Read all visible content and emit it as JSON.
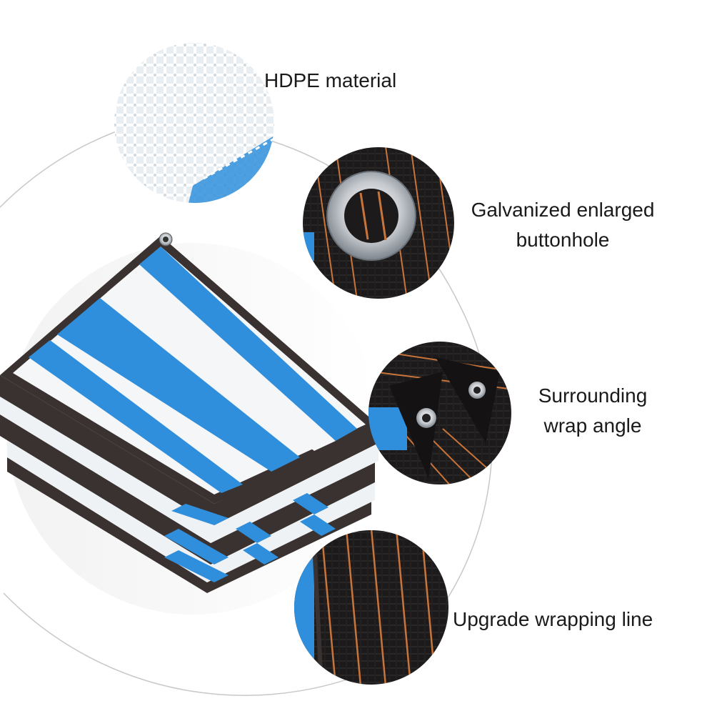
{
  "features": [
    {
      "id": "hdpe",
      "lines": [
        "HDPE material"
      ],
      "icon": "mesh-closeup"
    },
    {
      "id": "grommet",
      "lines": [
        "Galvanized enlarged",
        "buttonhole"
      ],
      "icon": "grommet-closeup"
    },
    {
      "id": "wrap",
      "lines": [
        "Surrounding",
        "wrap angle"
      ],
      "icon": "corner-closeup"
    },
    {
      "id": "line",
      "lines": [
        "Upgrade wrapping line"
      ],
      "icon": "stitch-closeup"
    }
  ],
  "colors": {
    "stripe_blue": "#2f8fdc",
    "stripe_white": "#f4f6f8",
    "binding": "#3a3230",
    "stitch": "#c9743a",
    "arc": "#c8c8c8"
  }
}
